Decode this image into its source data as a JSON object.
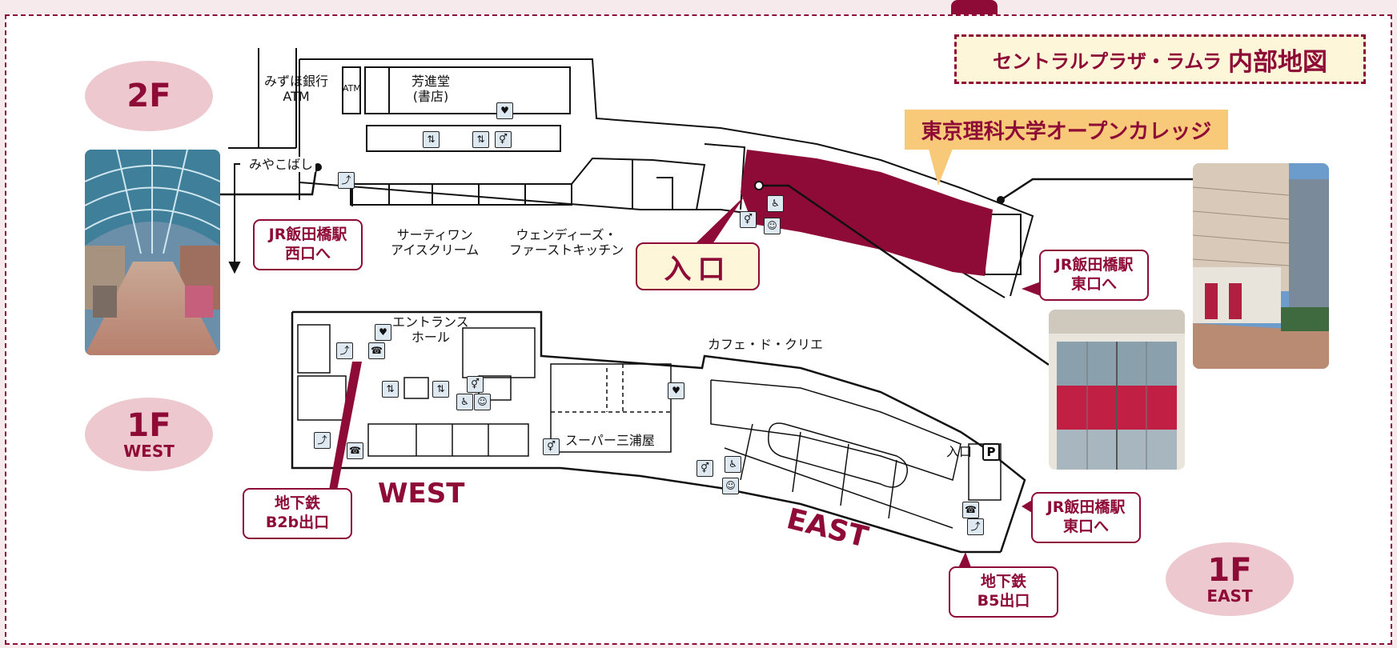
{
  "title": {
    "part1": "セントラルプラザ・ラムラ",
    "part2": "内部地図"
  },
  "callout": "東京理科大学オープンカレッジ",
  "floors": {
    "f2": {
      "label": "2F"
    },
    "f1w": {
      "label": "1F",
      "sub": "WEST"
    },
    "f1e": {
      "label": "1F",
      "sub": "EAST"
    }
  },
  "entrance": "入口",
  "destinations": {
    "jr_west": {
      "line1": "JR飯田橋駅",
      "line2": "西口へ"
    },
    "jr_east_2f": {
      "line1": "JR飯田橋駅",
      "line2": "東口へ"
    },
    "jr_east_1f": {
      "line1": "JR飯田橋駅",
      "line2": "東口へ"
    },
    "metro_b2b": {
      "line1": "地下鉄",
      "line2": "B2b出口"
    },
    "metro_b5": {
      "line1": "地下鉄",
      "line2": "B5出口"
    }
  },
  "labels": {
    "mizuho_1": "みずほ銀行",
    "mizuho_2": "ATM",
    "atm": "ATM",
    "bookstore_1": "芳進堂",
    "bookstore_2": "(書店)",
    "miyakobashi": "みやこばし",
    "thirtyone_1": "サーティワン",
    "thirtyone_2": "アイスクリーム",
    "wendys_1": "ウェンディーズ・",
    "wendys_2": "ファーストキッチン",
    "hall_1": "エントランス",
    "hall_2": "ホール",
    "cafe": "カフェ・ド・クリエ",
    "super": "スーパー三浦屋",
    "entrance_1f": "入口",
    "parking": "P"
  },
  "zones": {
    "west": "WEST",
    "east": "EAST"
  },
  "icons": [
    "elevator-icon",
    "escalator-icon",
    "toilet-icon",
    "accessible-toilet-icon",
    "baby-room-icon",
    "aed-icon",
    "phone-icon",
    "stairs-icon",
    "parking-icon"
  ],
  "colors": {
    "brand": "#8e0b38",
    "oval": "#edc9cf",
    "cream": "#fdf6d8",
    "callout": "#f8c978",
    "frame_bg": "#f7eaec"
  }
}
